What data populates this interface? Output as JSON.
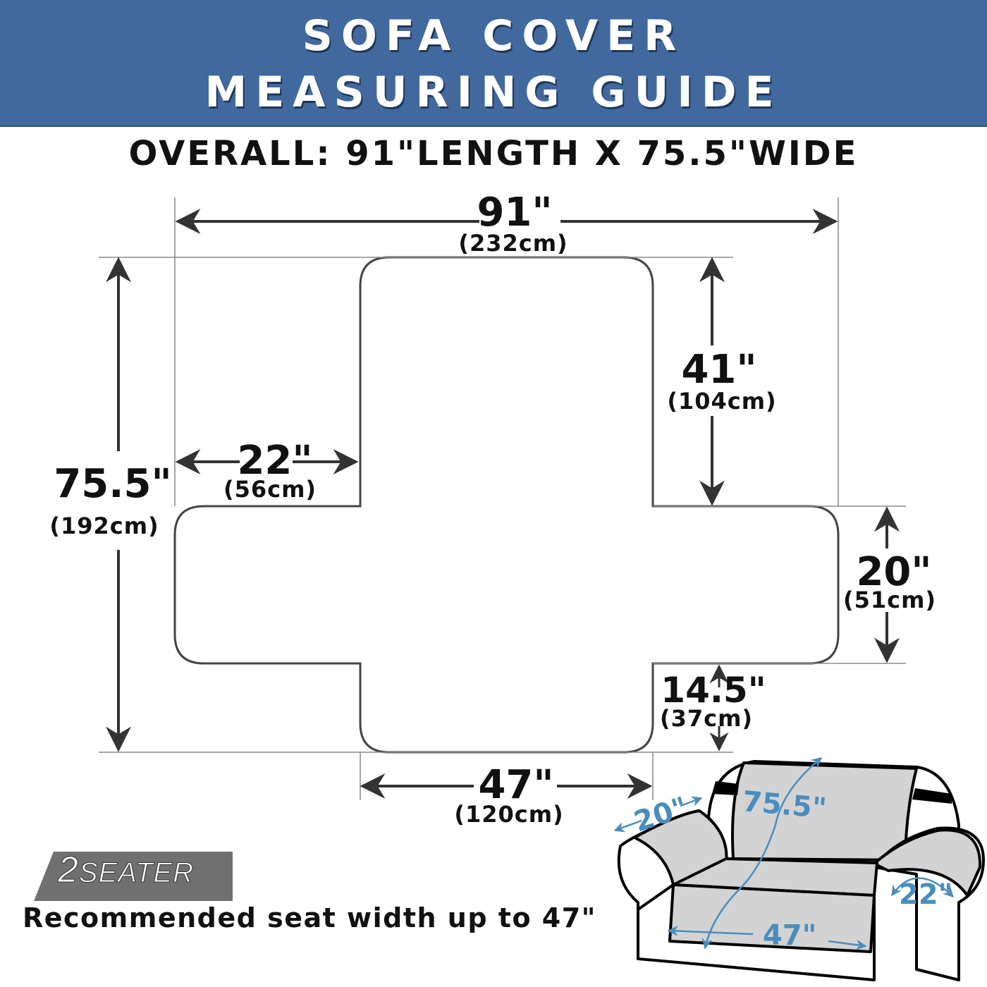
{
  "header": {
    "title_line1": "SOFA COVER",
    "title_line2": "MEASURING GUIDE",
    "banner_color": "#41699e"
  },
  "overall": "OVERALL: 91\"LENGTH X 75.5\"WIDE",
  "dimensions": {
    "total_length": {
      "in": "91\"",
      "cm": "(232cm)"
    },
    "total_width": {
      "in": "75.5\"",
      "cm": "(192cm)"
    },
    "back_height": {
      "in": "41\"",
      "cm": "(104cm)"
    },
    "arm_length": {
      "in": "22\"",
      "cm": "(56cm)"
    },
    "arm_width": {
      "in": "20\"",
      "cm": "(51cm)"
    },
    "skirt_drop": {
      "in": "14.5\"",
      "cm": "(37cm)"
    },
    "seat_width": {
      "in": "47\"",
      "cm": "(120cm)"
    }
  },
  "sofa_illustration": {
    "arm_depth": "20\"",
    "total_width": "75.5\"",
    "arm_drop": "22\"",
    "seat_width": "47\"",
    "accent_color": "#4a8dbd"
  },
  "badge": {
    "number": "2",
    "label": "SEATER"
  },
  "recommendation": "Recommended seat width up to 47\""
}
